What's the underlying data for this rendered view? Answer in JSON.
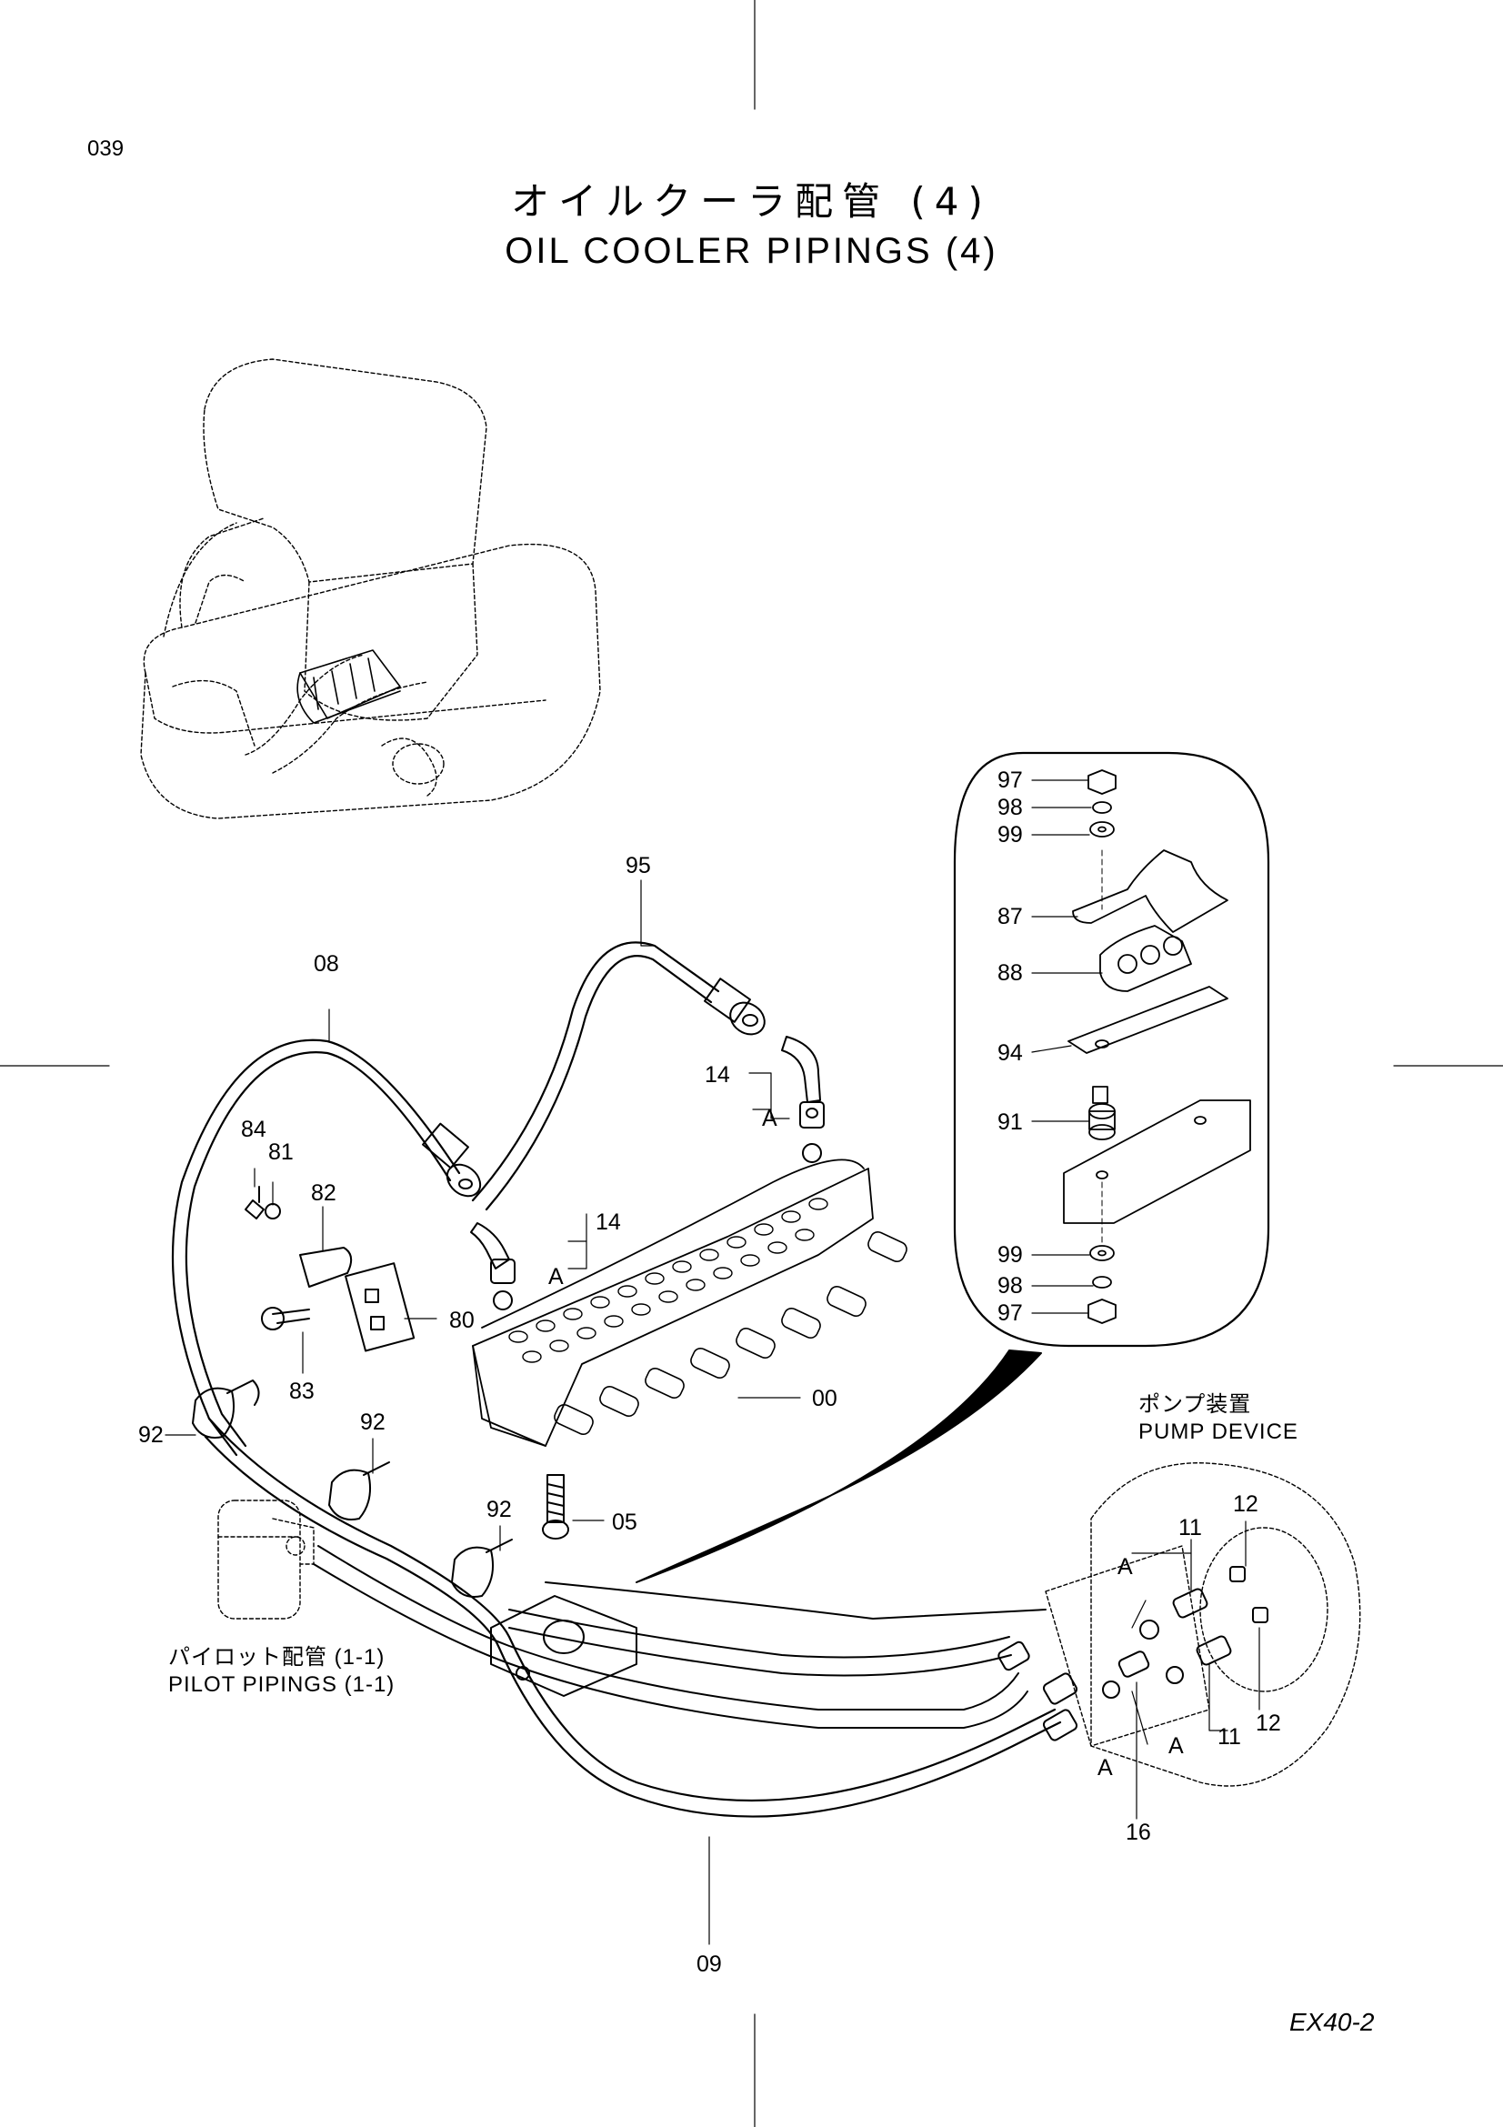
{
  "page": {
    "number": "039",
    "title_jp": "オイルクーラ配管 (4)",
    "title_en": "OIL COOLER PIPINGS (4)",
    "model_code": "EX40-2"
  },
  "notes": {
    "pump_device_jp": "ポンプ装置",
    "pump_device_en": "PUMP DEVICE",
    "pilot_pipings_jp": "パイロット配管 (1-1)",
    "pilot_pipings_en": "PILOT PIPINGS (1-1)"
  },
  "callouts": [
    {
      "id": "c-95",
      "text": "95"
    },
    {
      "id": "c-08",
      "text": "08"
    },
    {
      "id": "c-14a",
      "text": "14"
    },
    {
      "id": "c-a1",
      "text": "A"
    },
    {
      "id": "c-14b",
      "text": "14"
    },
    {
      "id": "c-a2",
      "text": "A"
    },
    {
      "id": "c-84",
      "text": "84"
    },
    {
      "id": "c-81",
      "text": "81"
    },
    {
      "id": "c-82",
      "text": "82"
    },
    {
      "id": "c-80",
      "text": "80"
    },
    {
      "id": "c-83",
      "text": "83"
    },
    {
      "id": "c-00",
      "text": "00"
    },
    {
      "id": "c-92a",
      "text": "92"
    },
    {
      "id": "c-92b",
      "text": "92"
    },
    {
      "id": "c-92c",
      "text": "92"
    },
    {
      "id": "c-05",
      "text": "05"
    },
    {
      "id": "c-09",
      "text": "09"
    },
    {
      "id": "c-97a",
      "text": "97"
    },
    {
      "id": "c-98a",
      "text": "98"
    },
    {
      "id": "c-99a",
      "text": "99"
    },
    {
      "id": "c-87",
      "text": "87"
    },
    {
      "id": "c-88",
      "text": "88"
    },
    {
      "id": "c-94",
      "text": "94"
    },
    {
      "id": "c-91",
      "text": "91"
    },
    {
      "id": "c-99b",
      "text": "99"
    },
    {
      "id": "c-98b",
      "text": "98"
    },
    {
      "id": "c-97b",
      "text": "97"
    },
    {
      "id": "c-11a",
      "text": "11"
    },
    {
      "id": "c-12a",
      "text": "12"
    },
    {
      "id": "c-a3",
      "text": "A"
    },
    {
      "id": "c-12b",
      "text": "12"
    },
    {
      "id": "c-a4",
      "text": "A"
    },
    {
      "id": "c-11b",
      "text": "11"
    },
    {
      "id": "c-a5",
      "text": "A"
    },
    {
      "id": "c-16",
      "text": "16"
    }
  ]
}
